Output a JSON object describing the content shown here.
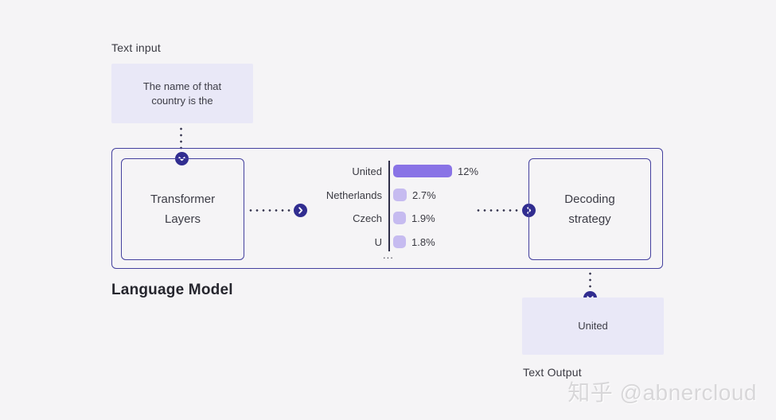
{
  "labels": {
    "text_input": "Text input",
    "language_model": "Language Model",
    "text_output": "Text Output"
  },
  "input_box": {
    "text": "The name of that country is the"
  },
  "boxes": {
    "transformer": "Transformer Layers",
    "decoding": "Decoding strategy"
  },
  "output_box": {
    "text": "United"
  },
  "watermark": {
    "text": "知乎 @abnercloud"
  },
  "icons": {
    "chevron_down": "chevron-down",
    "chevron_right": "chevron-right"
  },
  "colors": {
    "accent_dark": "#312d90",
    "border": "#44409e",
    "bar_primary": "#8973e6",
    "bar_secondary": "#c6bbf0",
    "panel_lavender": "#e9e8f7",
    "background": "#f5f4f6"
  },
  "chart_data": {
    "type": "bar",
    "orientation": "horizontal",
    "categories": [
      "United",
      "Netherlands",
      "Czech",
      "U"
    ],
    "values": [
      12,
      2.7,
      1.9,
      1.8
    ],
    "value_labels": [
      "12%",
      "2.7%",
      "1.9%",
      "1.8%"
    ],
    "ellipsis": "...",
    "title": "",
    "xlabel": "",
    "ylabel": "",
    "legend": false,
    "grid": false
  }
}
